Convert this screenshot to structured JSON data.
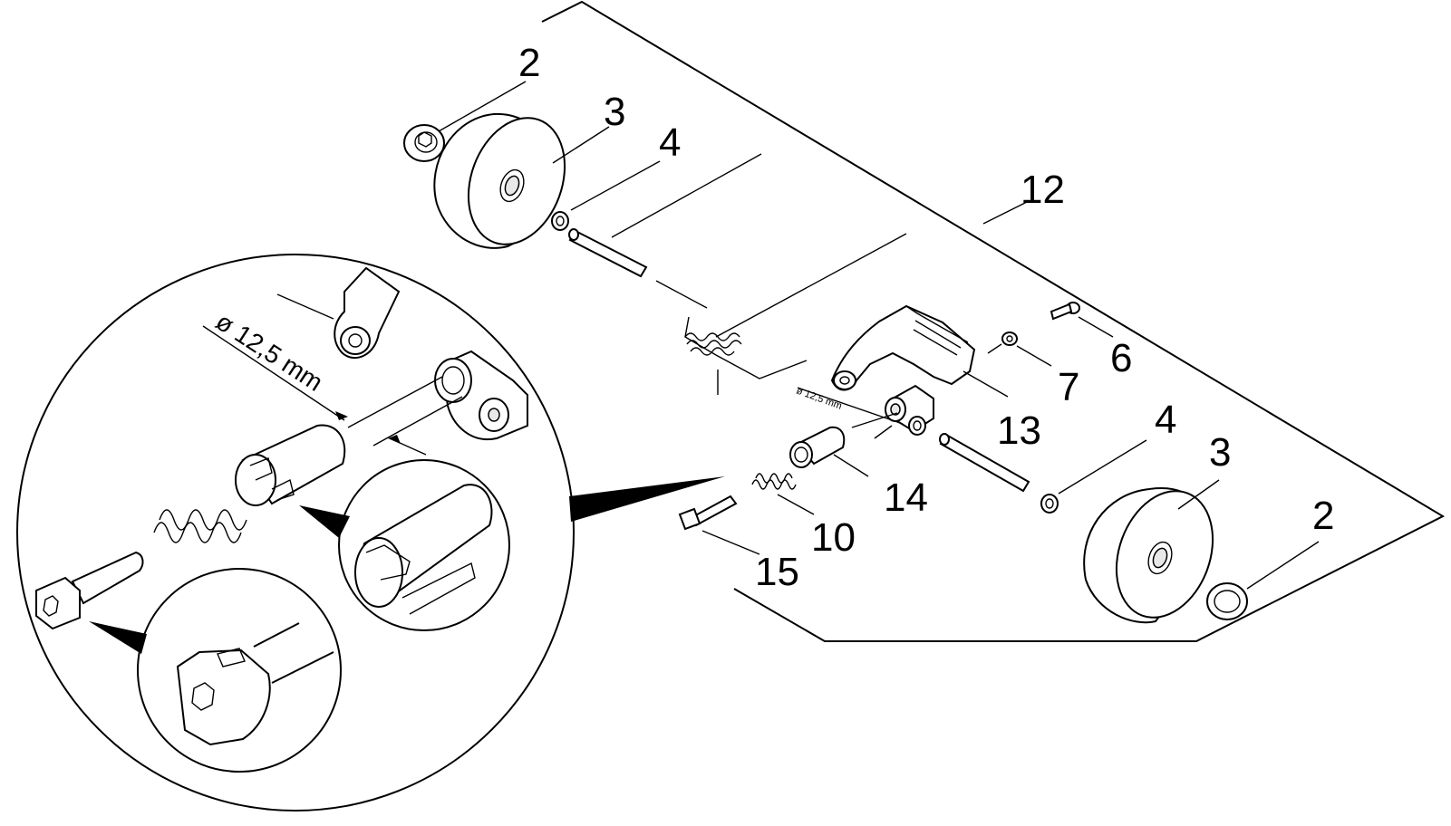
{
  "callouts": {
    "c2_top": "2",
    "c3_top": "3",
    "c4_top": "4",
    "c12": "12",
    "c6": "6",
    "c7": "7",
    "c13": "13",
    "c4_right": "4",
    "c3_right": "3",
    "c14": "14",
    "c2_right": "2",
    "c10": "10",
    "c15": "15"
  },
  "dimensions": {
    "detail_diameter": "ø 12,5 mm",
    "main_diameter": "ø 12,5 mm"
  },
  "colors": {
    "line": "#000000",
    "background": "#ffffff",
    "shade": "#e8e8e8"
  }
}
